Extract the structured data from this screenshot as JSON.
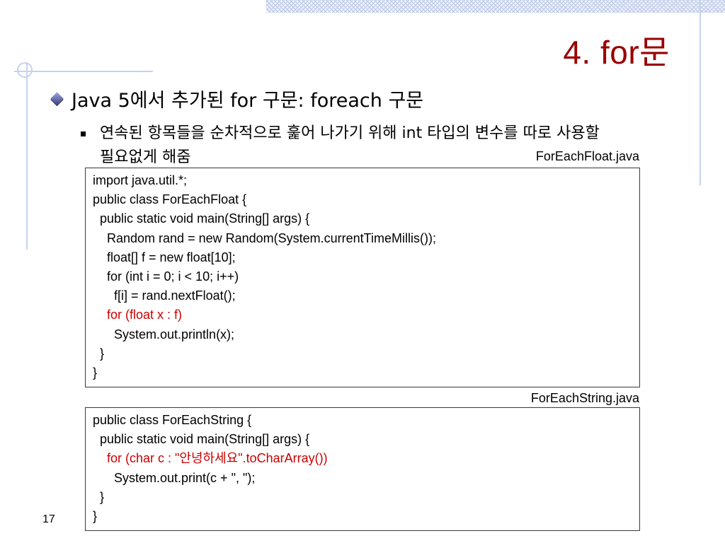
{
  "title": "4. for문",
  "bullet_main": "Java 5에서 추가된 for 구문: foreach 구문",
  "bullet_sub": "연속된 항목들을 순차적으로 훑어 나가기 위해 int 타입의 변수를 따로 사용할 필요없게 해줌",
  "code_blocks": [
    {
      "filename": "ForEachFloat.java",
      "lines": [
        "import java.util.*;",
        "public class ForEachFloat {",
        "  public static void main(String[] args) {",
        "    Random rand = new Random(System.currentTimeMillis());",
        "    float[] f = new float[10];",
        "    for (int i = 0; i < 10; i++)",
        "      f[i] = rand.nextFloat();",
        "    for (float x : f)",
        "      System.out.println(x);",
        "  }",
        "}"
      ]
    },
    {
      "filename": "ForEachString.java",
      "lines": [
        "public class ForEachString {",
        "  public static void main(String[] args) {",
        "    for (char c : \"안녕하세요\".toCharArray())",
        "      System.out.print(c + \", \");",
        "  }",
        "}"
      ]
    }
  ],
  "page_number": "17",
  "colors": {
    "title": "#990000",
    "highlight": "#cc0000",
    "decoration": "#c7d2ee"
  },
  "icons": {
    "main_bullet": "diamond-bullet-icon",
    "sub_bullet": "square-bullet-icon"
  }
}
